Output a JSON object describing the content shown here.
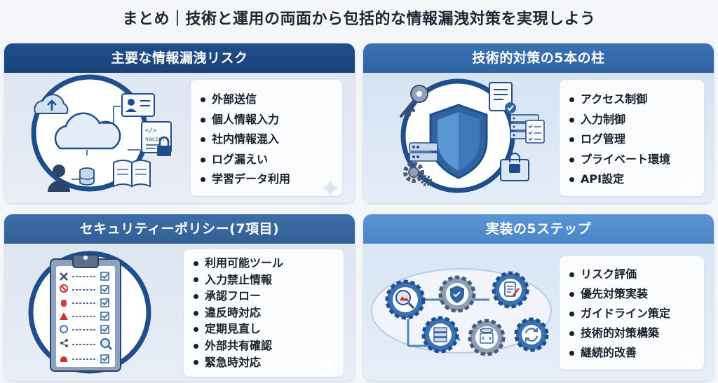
{
  "title": "まとめ｜技術と運用の両面から包括的な情報漏洩対策を実現しよう",
  "colors": {
    "navy": "#1f4e8c",
    "blue": "#3a72b4",
    "light_blue": "#5a96d4",
    "text": "#18202c"
  },
  "panels": [
    {
      "header": "主要な情報漏洩リスク",
      "items": [
        "外部送信",
        "個人情報入力",
        "社内情報混入",
        "ログ漏えい",
        "学習データ利用"
      ],
      "illustration": {
        "icons": [
          "upload-cloud-icon",
          "cloud-icon",
          "id-card-icon",
          "code-file-icon",
          "lock-icon",
          "user-icon",
          "database-icon",
          "book-icon"
        ],
        "code_text": [
          "</>",
          "nacinfo"
        ]
      }
    },
    {
      "header": "技術的対策の5本の柱",
      "items": [
        "アクセス制御",
        "入力制御",
        "ログ管理",
        "プライベート環境",
        "API設定"
      ],
      "illustration": {
        "icons": [
          "key-icon",
          "shield-icon",
          "document-check-icon",
          "server-icon",
          "checklist-icon",
          "gear-icon",
          "lock-icon"
        ]
      }
    },
    {
      "header": "セキュリティーポリシー(7項目)",
      "items": [
        "利用可能ツール",
        "入力禁止情報",
        "承認フロー",
        "違反時対応",
        "定期見直し",
        "外部共有確認",
        "緊急時対応"
      ],
      "illustration": {
        "icons": [
          "clipboard-icon",
          "tools-icon",
          "prohibited-icon",
          "hand-icon",
          "warning-icon",
          "refresh-icon",
          "share-icon",
          "alarm-icon",
          "magnifier-icon"
        ]
      }
    },
    {
      "header": "実装の5ステップ",
      "items": [
        "リスク評価",
        "優先対策実装",
        "ガイドライン策定",
        "技術的対策構築",
        "継続的改善"
      ],
      "illustration": {
        "icons": [
          "risk-search-gear-icon",
          "shield-gear-icon",
          "document-gear-icon",
          "server-gear-icon",
          "code-gear-icon",
          "refresh-gear-icon"
        ]
      }
    }
  ]
}
